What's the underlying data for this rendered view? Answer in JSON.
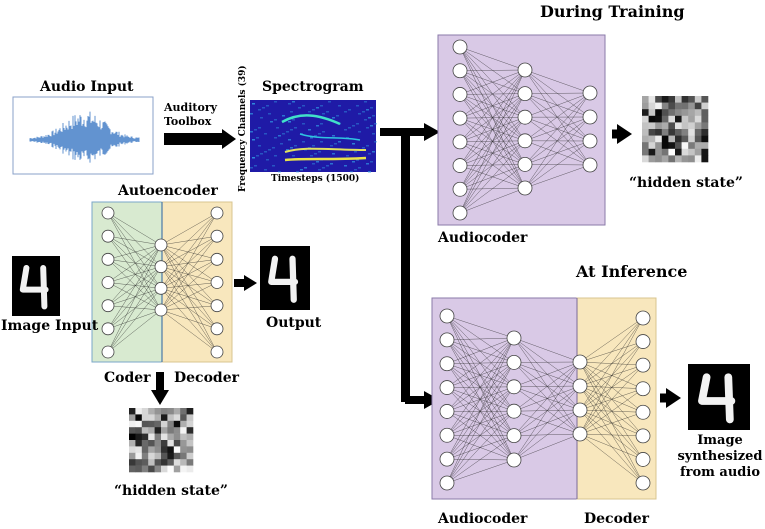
{
  "titles": {
    "during_training": "During Training",
    "at_inference": "At Inference"
  },
  "audio": {
    "label": "Audio Input",
    "tool_line1": "Auditory",
    "tool_line2": "Toolbox"
  },
  "spectrogram": {
    "title": "Spectrogram",
    "y_axis": "Frequency Channels (39)",
    "x_axis": "Timesteps (1500)"
  },
  "autoencoder": {
    "title": "Autoencoder",
    "coder": "Coder",
    "decoder": "Decoder",
    "image_input": "Image Input",
    "output": "Output",
    "hidden_state": "“hidden state”"
  },
  "training": {
    "audiocoder": "Audiocoder",
    "hidden_state": "“hidden state”"
  },
  "inference": {
    "audiocoder": "Audiocoder",
    "decoder": "Decoder",
    "result_line1": "Image",
    "result_line2": "synthesized",
    "result_line3": "from audio"
  },
  "colors": {
    "purple_panel": "#d9c9e6",
    "green_panel": "#d8ead0",
    "yellow_panel": "#f8e7bd",
    "spectrogram_bg": "#1f1aa6",
    "arrow": "#000000"
  }
}
